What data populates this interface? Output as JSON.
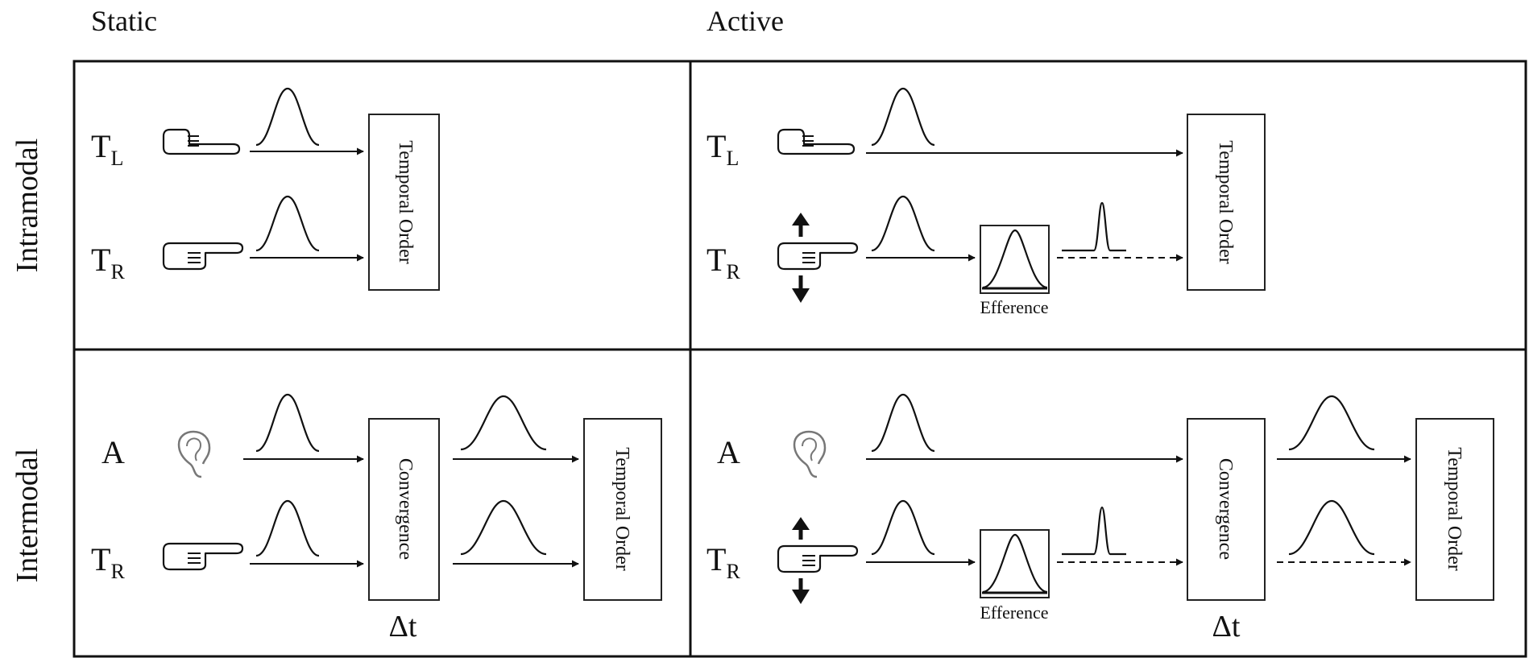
{
  "columns": {
    "static": "Static",
    "active": "Active"
  },
  "rows": {
    "intramodal": "Intramodal",
    "intermodal": "Intermodal"
  },
  "labels": {
    "tl_main": "T",
    "tl_sub": "L",
    "tr_main": "T",
    "tr_sub": "R",
    "a": "A"
  },
  "boxes": {
    "temporal_order": "Temporal Order",
    "convergence": "Convergence"
  },
  "efference": "Efference",
  "delta_t": "Δt",
  "icons": [
    "hand-pointing-icon",
    "ear-icon",
    "up-down-arrow-icon",
    "gaussian-curve-icon"
  ]
}
